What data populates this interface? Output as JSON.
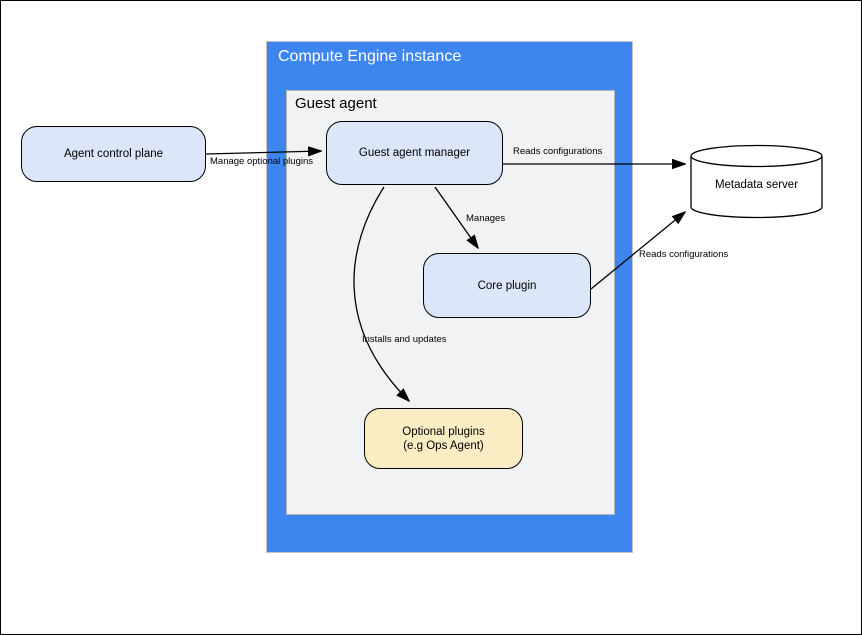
{
  "diagram": {
    "container": {
      "title": "Compute Engine instance"
    },
    "inner_group": {
      "title": "Guest agent"
    },
    "nodes": {
      "agent_control_plane": {
        "label": "Agent control plane"
      },
      "guest_agent_manager": {
        "label": "Guest agent manager"
      },
      "core_plugin": {
        "label": "Core plugin"
      },
      "optional_plugins": {
        "label_line1": "Optional plugins",
        "label_line2": "(e.g  Ops Agent)"
      },
      "metadata_server": {
        "label": "Metadata server"
      }
    },
    "edges": [
      {
        "id": "manage-optional-plugins",
        "from": "agent_control_plane",
        "to": "guest_agent_manager",
        "label": "Manage optional plugins"
      },
      {
        "id": "reads-configurations-manager",
        "from": "guest_agent_manager",
        "to": "metadata_server",
        "label": "Reads configurations"
      },
      {
        "id": "manages",
        "from": "guest_agent_manager",
        "to": "core_plugin",
        "label": "Manages"
      },
      {
        "id": "installs-and-updates",
        "from": "guest_agent_manager",
        "to": "optional_plugins",
        "label": "Installs and updates"
      },
      {
        "id": "reads-configurations-core",
        "from": "core_plugin",
        "to": "metadata_server",
        "label": "Reads configurations"
      }
    ],
    "colors": {
      "container_blue": "#3d86f0",
      "container_title_text": "#ffffff",
      "inner_gray": "#f1f2f4",
      "node_blue_fill": "#dbe6f9",
      "node_yellow_fill": "#fbedc3",
      "cylinder_fill": "#ffffff",
      "stroke": "#000000"
    }
  }
}
